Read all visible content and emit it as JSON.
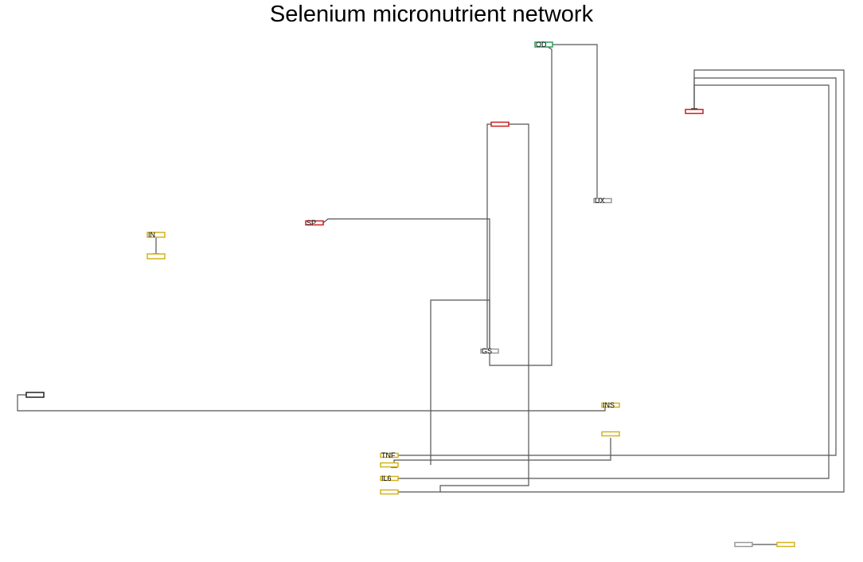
{
  "title": "Selenium micronutrient network",
  "colors": {
    "yellow": "#d4b21a",
    "red": "#cc1f1f",
    "green": "#2e9e5e",
    "black": "#222222",
    "gray": "#999999",
    "edge": "#555555"
  },
  "nodes": [
    {
      "id": "OD",
      "label": "OD",
      "color": "green"
    },
    {
      "id": "red1",
      "label": "",
      "color": "red"
    },
    {
      "id": "red2",
      "label": "",
      "color": "red"
    },
    {
      "id": "SP",
      "label": "SP",
      "color": "red"
    },
    {
      "id": "UX",
      "label": "UX",
      "color": "gray"
    },
    {
      "id": "IN",
      "label": "IN",
      "color": "yellow"
    },
    {
      "id": "yel1",
      "label": "",
      "color": "yellow"
    },
    {
      "id": "GS",
      "label": "GS",
      "color": "gray"
    },
    {
      "id": "blk1",
      "label": "",
      "color": "black"
    },
    {
      "id": "INS",
      "label": "INS",
      "color": "yellow"
    },
    {
      "id": "yel2",
      "label": "",
      "color": "yellow"
    },
    {
      "id": "TNF",
      "label": "TNF",
      "color": "yellow"
    },
    {
      "id": "yel3",
      "label": "",
      "color": "yellow"
    },
    {
      "id": "IL6",
      "label": "IL6",
      "color": "yellow"
    },
    {
      "id": "yel4",
      "label": "",
      "color": "yellow"
    },
    {
      "id": "gry1",
      "label": "",
      "color": "gray"
    },
    {
      "id": "yel5",
      "label": "",
      "color": "yellow"
    }
  ],
  "edges": [
    {
      "from": "OD",
      "to": "UX",
      "type": "arrow"
    },
    {
      "from": "OD",
      "to": "GS",
      "type": "line"
    },
    {
      "from": "SP",
      "to": "GS",
      "type": "line"
    },
    {
      "from": "red2",
      "to": "GS",
      "type": "line"
    },
    {
      "from": "red2",
      "to": "yel4",
      "type": "line"
    },
    {
      "from": "IN",
      "to": "yel1",
      "type": "inhibit"
    },
    {
      "from": "blk1",
      "to": "INS",
      "type": "line"
    },
    {
      "from": "yel2",
      "to": "yel3",
      "type": "inhibit"
    },
    {
      "from": "GS",
      "to": "yel3",
      "type": "line"
    },
    {
      "from": "TNF",
      "to": "red1",
      "type": "inhibit"
    },
    {
      "from": "IL6",
      "to": "red1",
      "type": "inhibit"
    },
    {
      "from": "yel4",
      "to": "red1",
      "type": "inhibit"
    },
    {
      "from": "gry1",
      "to": "yel5",
      "type": "line"
    }
  ]
}
